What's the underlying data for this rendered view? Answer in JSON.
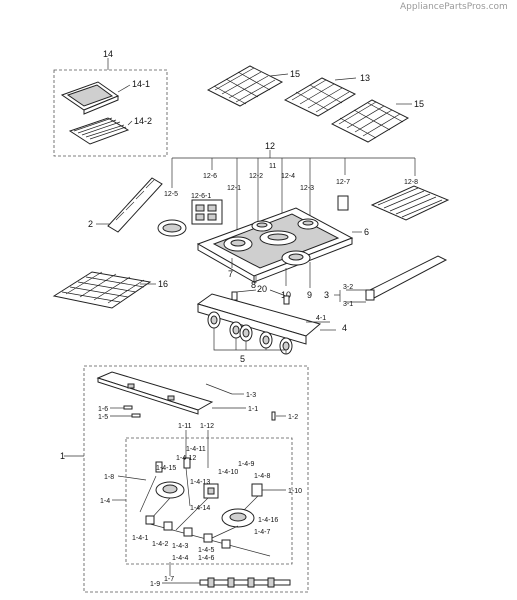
{
  "watermark": "AppliancePartsPros.com",
  "labels": {
    "l1": "1",
    "l1_1": "1-1",
    "l1_2": "1-2",
    "l1_3": "1-3",
    "l1_4": "1-4",
    "l1_4_1": "1-4-1",
    "l1_4_2": "1-4-2",
    "l1_4_3": "1-4-3",
    "l1_4_4": "1-4-4",
    "l1_4_5": "1-4-5",
    "l1_4_6": "1-4-6",
    "l1_4_7": "1-4-7",
    "l1_4_8": "1-4-8",
    "l1_4_9": "1-4-9",
    "l1_4_10": "1-4-10",
    "l1_4_11": "1-4-11",
    "l1_4_12": "1-4-12",
    "l1_4_13": "1-4-13",
    "l1_4_14": "1-4-14",
    "l1_4_15": "1-4-15",
    "l1_4_16": "1-4-16",
    "l1_5": "1-5",
    "l1_6": "1-6",
    "l1_7": "1-7",
    "l1_8": "1-8",
    "l1_9": "1-9",
    "l1_10": "1-10",
    "l1_11": "1-11",
    "l1_12": "1-12",
    "l2": "2",
    "l3": "3",
    "l3_1": "3-1",
    "l3_2": "3-2",
    "l4": "4",
    "l4_1": "4-1",
    "l5": "5",
    "l6": "6",
    "l7": "7",
    "l8": "8",
    "l9": "9",
    "l10": "10",
    "l11": "11",
    "l12": "12",
    "l12_1": "12-1",
    "l12_2": "12-2",
    "l12_3": "12-3",
    "l12_4": "12-4",
    "l12_5": "12-5",
    "l12_6": "12-6",
    "l12_6_1": "12-6-1",
    "l12_7": "12-7",
    "l12_8": "12-8",
    "l13": "13",
    "l14": "14",
    "l14_1": "14-1",
    "l14_2": "14-2",
    "l15a": "15",
    "l15b": "15",
    "l16": "16",
    "l20": "20"
  }
}
